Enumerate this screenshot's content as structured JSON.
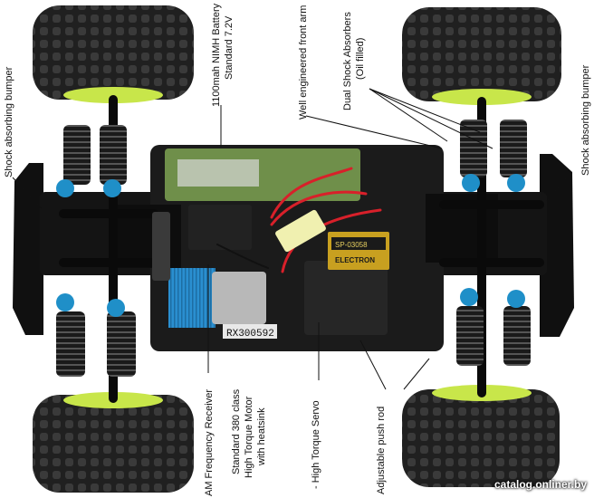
{
  "labels": {
    "shock_bumper_left": "Shock absorbing bumper",
    "shock_bumper_right": "Shock absorbing bumper",
    "battery_line1": "1100mah NIMH Battery",
    "battery_line2": "Standard 7.2V",
    "front_arm": "Well engineered front arm",
    "dual_shock_line1": "Dual Shock Absorbers",
    "dual_shock_line2": "(Oil filled)",
    "receiver": "AM Frequency Receiver",
    "motor_line1": "Standard 380 class",
    "motor_line2": "High Torque Motor",
    "motor_line3": "with heatsink",
    "servo": "- High Torque Servo",
    "push_rod": "Adjustable push rod"
  },
  "chassis_plate": "RX300592",
  "sticker_brand": "ELECTRON",
  "sticker_code": "SP-03058",
  "watermark": "catalog.onliner.by",
  "colors": {
    "shock_blue": "#1f8fc8",
    "wheel_yellow": "#c8e64a",
    "tire_black": "#1c1c1c",
    "chassis_black": "#141414",
    "wire_red": "#d8202a",
    "heatsink_blue": "#2a8fd0",
    "battery_green": "#6f8f4a"
  }
}
